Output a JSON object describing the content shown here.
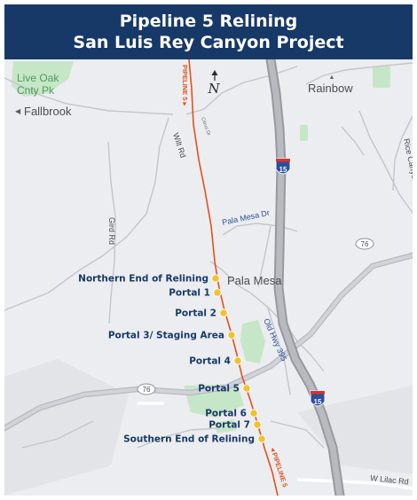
{
  "header": {
    "title_line1": "Pipeline 5 Relining",
    "title_line2": "San Luis Rey Canyon Project"
  },
  "places": {
    "live_oak_line1": "Live Oak",
    "live_oak_line2": "Cnty Pk",
    "fallbrook": "Fallbrook",
    "rainbow": "Rainbow",
    "pala_mesa": "Pala Mesa",
    "north_arrow": "N"
  },
  "roads": {
    "wilt_rd": "Wilt Rd",
    "gird_rd": "Gird Rd",
    "pala_mesa_dr": "Pala Mesa Dr",
    "old_hwy_395": "Old Hwy 395",
    "rice_canyon_rd": "Rice Canyon Rd",
    "w_lilac_rd": "W Lilac Rd",
    "citrus_dr": "Citrus Dr",
    "route_76_a": "76",
    "route_76_b": "76",
    "i15_a": "15",
    "i15_b": "15"
  },
  "pipeline": {
    "label_north": "PIPELINE 5 ▸",
    "label_south": "◂ PIPELINE 5",
    "color": "#e0521d"
  },
  "markers": [
    {
      "label": "Northern End of Relining"
    },
    {
      "label": "Portal 1"
    },
    {
      "label": "Portal 2"
    },
    {
      "label": "Portal 3/ Staging Area"
    },
    {
      "label": "Portal 4"
    },
    {
      "label": "Portal 5"
    },
    {
      "label": "Portal 6"
    },
    {
      "label": "Portal 7"
    },
    {
      "label": "Southern End of Relining"
    }
  ],
  "colors": {
    "header_bg": "#173968",
    "marker": "#f2c12e",
    "park_green": "#bfe3c2",
    "label_navy": "#173968"
  }
}
